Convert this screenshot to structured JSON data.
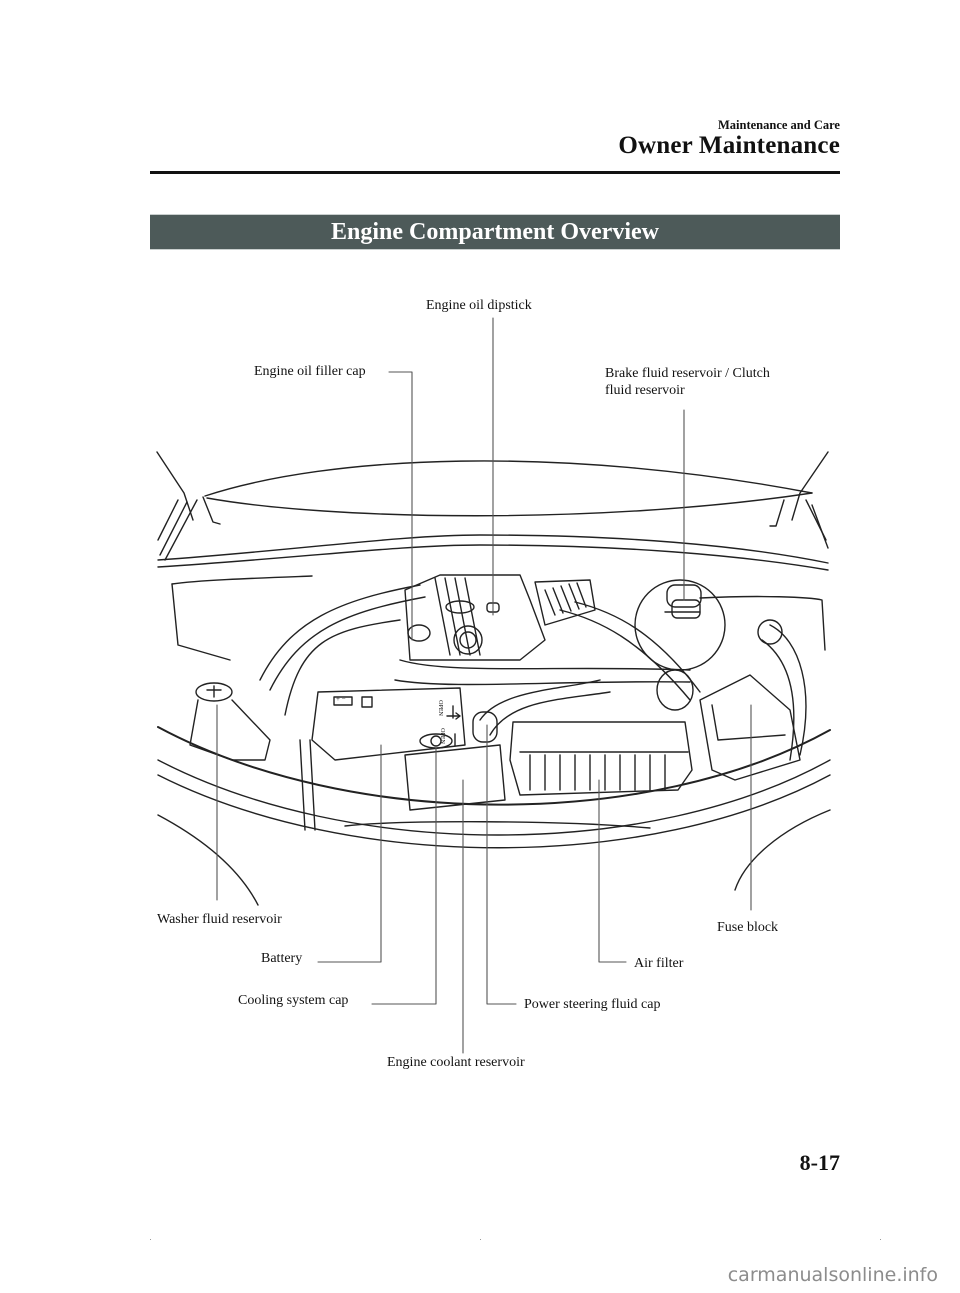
{
  "header": {
    "section": "Maintenance and Care",
    "title": "Owner Maintenance"
  },
  "banner": {
    "title": "Engine Compartment Overview"
  },
  "diagram": {
    "labels": {
      "engine_oil_dipstick": "Engine oil dipstick",
      "engine_oil_filler_cap": "Engine oil filler cap",
      "brake_fluid_line1": "Brake fluid reservoir / Clutch",
      "brake_fluid_line2": "fluid reservoir",
      "washer_fluid_reservoir": "Washer fluid reservoir",
      "battery": "Battery",
      "cooling_system_cap": "Cooling system cap",
      "engine_coolant_reservoir": "Engine coolant reservoir",
      "power_steering_fluid_cap": "Power steering fluid cap",
      "air_filter": "Air filter",
      "fuse_block": "Fuse block"
    },
    "battery_marking": "+ −",
    "open_marking": "OPEN"
  },
  "footer": {
    "page_number": "8-17",
    "watermark": "carmanualsonline.info"
  },
  "colors": {
    "banner_bg": "#4d5a59",
    "text": "#111111",
    "watermark": "#8c8c8c"
  }
}
